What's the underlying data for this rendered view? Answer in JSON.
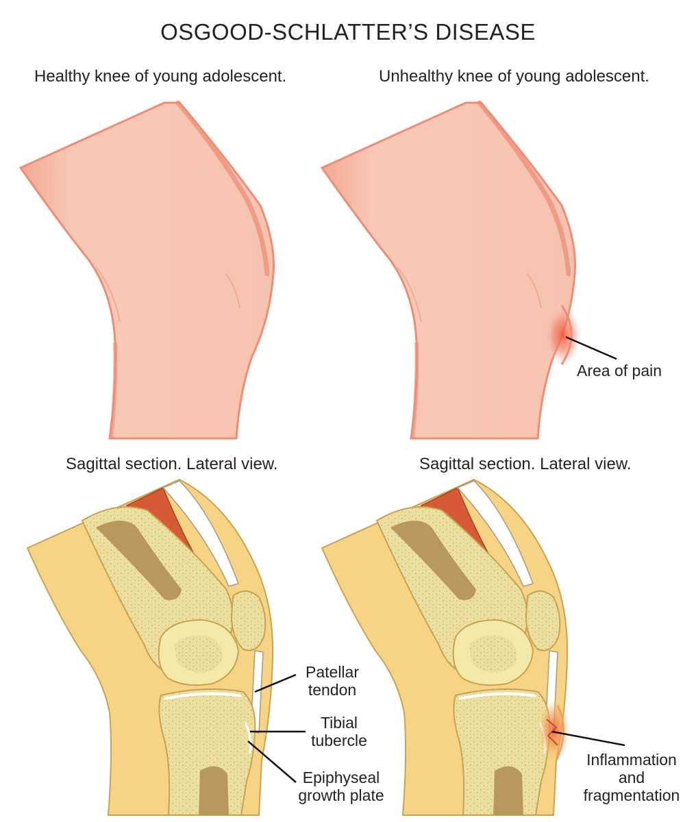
{
  "title": "OSGOOD-SCHLATTER’S DISEASE",
  "panels": {
    "top_left": {
      "heading": "Healthy knee of young adolescent."
    },
    "top_right": {
      "heading": "Unhealthy knee of young adolescent.",
      "callout": "Area of pain"
    },
    "bottom_left": {
      "heading": "Sagittal section. Lateral view.",
      "labels": {
        "patellar": [
          "Patellar",
          "tendon"
        ],
        "tibial": [
          "Tibial",
          "tubercle"
        ],
        "epiphyseal": [
          "Epiphyseal",
          "growth plate"
        ]
      }
    },
    "bottom_right": {
      "heading": "Sagittal section. Lateral view.",
      "labels": {
        "inflammation": [
          "Inflammation",
          "and",
          "fragmentation"
        ]
      }
    }
  },
  "colors": {
    "skin": "#f7c3b1",
    "skin_edge": "#ee8d75",
    "tissue": "#f6d385",
    "bone": "#f3e9a8",
    "marrow": "#b9985d",
    "muscle": "#d65a36",
    "inflammation": "#f07a4a"
  }
}
